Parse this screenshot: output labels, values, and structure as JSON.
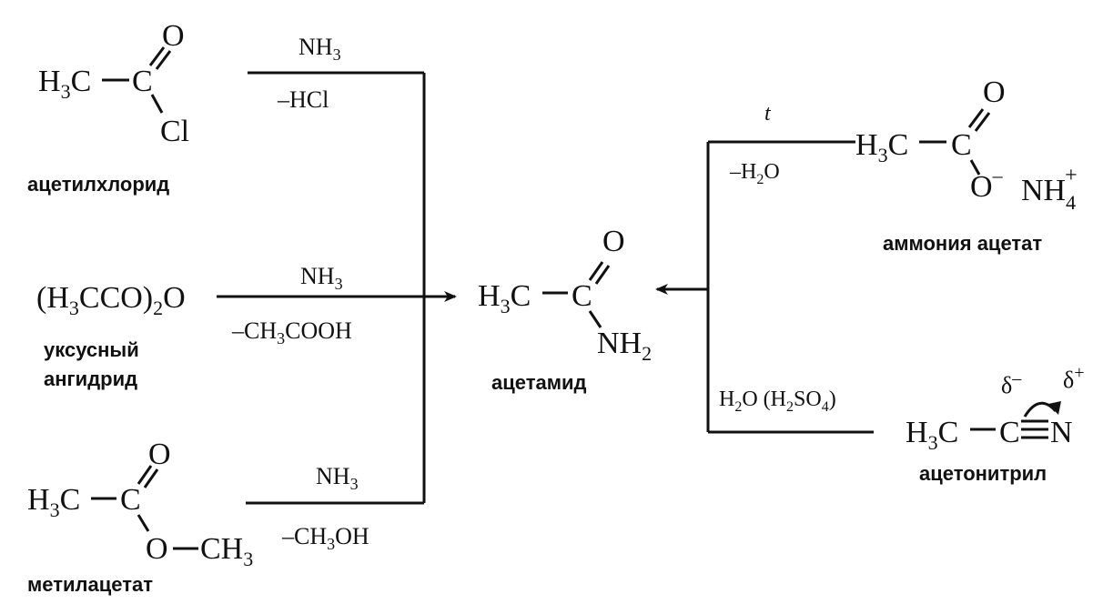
{
  "acetyl_chloride": {
    "h3c": "H3C",
    "c": "C",
    "o": "O",
    "cl": "Cl",
    "name": "ацетилхлорид",
    "reagent": "NH3",
    "byproduct": "–HCl"
  },
  "acetic_anhydride": {
    "formula": "(H3CCO)2O",
    "name_line1": "уксусный",
    "name_line2": "ангидрид",
    "reagent": "NH3",
    "byproduct": "–CH3COOH"
  },
  "methyl_acetate": {
    "h3c": "H3C",
    "c": "C",
    "o_top": "O",
    "o_ester": "O",
    "ch3": "CH3",
    "name": "метилацетат",
    "reagent": "NH3",
    "byproduct": "–CH3OH"
  },
  "acetamide": {
    "h3c": "H3C",
    "c": "C",
    "o": "O",
    "nh2": "NH2",
    "name": "ацетамид"
  },
  "ammonium_acetate": {
    "h3c": "H3C",
    "c": "C",
    "o": "O",
    "o_minus": "O–",
    "nh4": "NH4+",
    "name": "аммония ацетат",
    "condition_t": "t",
    "byproduct": "–H2O"
  },
  "acetonitrile": {
    "h3c": "H3C",
    "c": "C",
    "n": "N",
    "delta_minus": "δ–",
    "delta_plus": "δ+",
    "name": "ацетонитрил",
    "reagent": "H2O (H2SO4)"
  }
}
